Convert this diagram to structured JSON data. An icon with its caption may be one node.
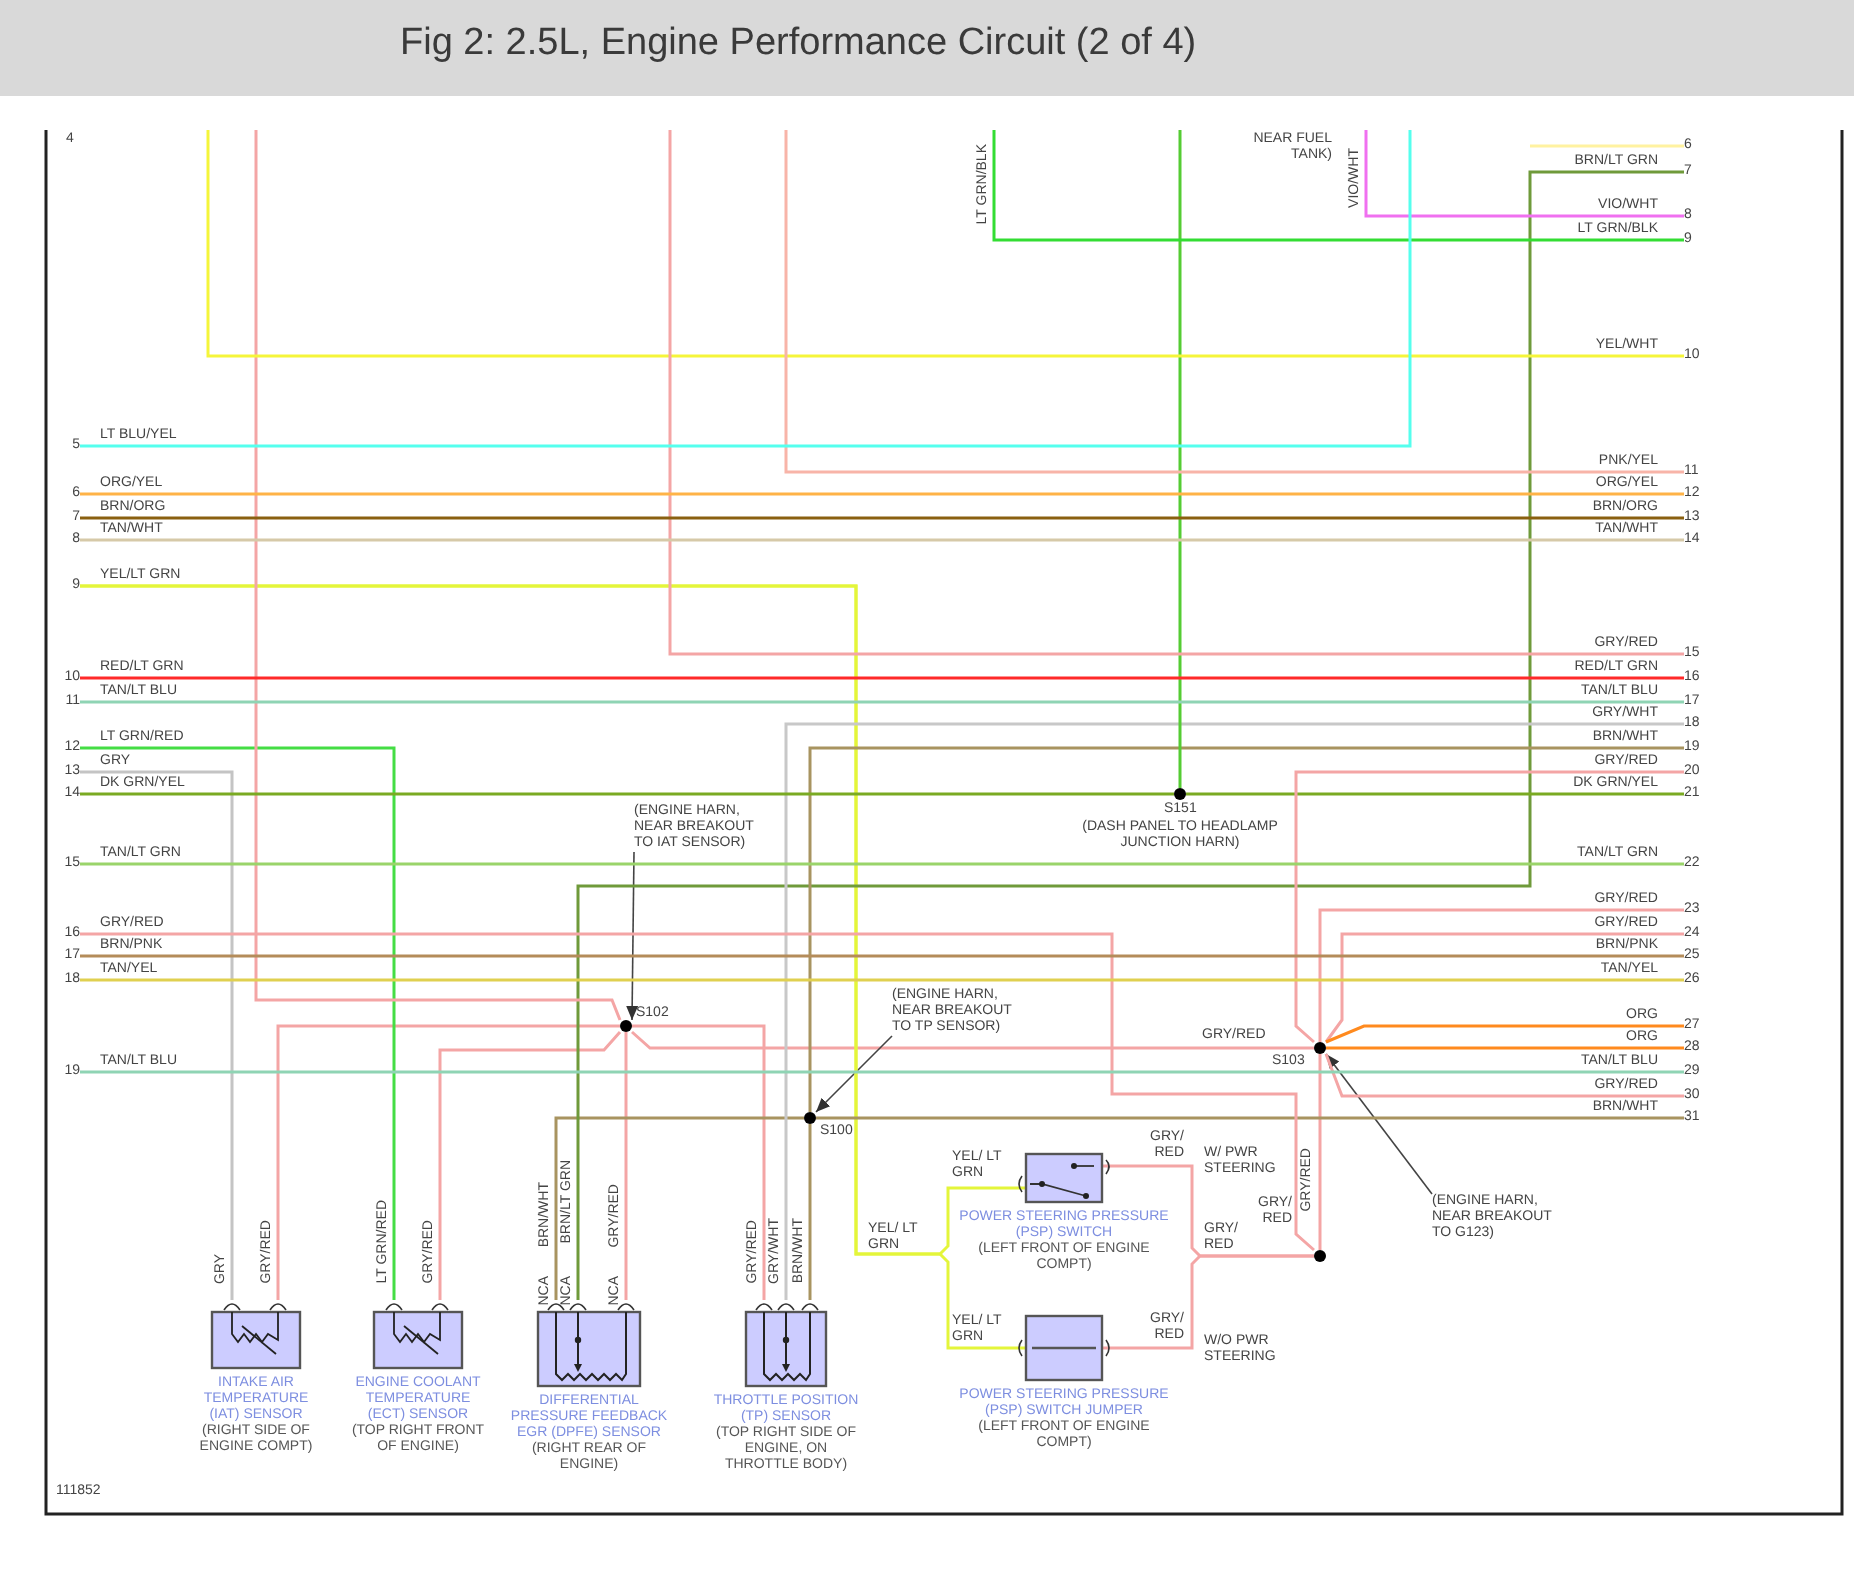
{
  "diagram": {
    "title": "Fig 2: 2.5L, Engine Performance Circuit (2 of 4)",
    "nodes": [
      {
        "text": [
          "INTAKE AIR TEMPERATURE (IAT) SENSOR",
          "(RIGHT SIDE OF ENGINE COMPT)"
        ]
      },
      {
        "text": [
          "ENGINE COOLANT TEMPERATURE (ECT) SENSOR",
          "(TOP RIGHT FRONT OF ENGINE)"
        ]
      },
      {
        "text": [
          "DIFFERENTIAL PRESSURE FEEDBACK EGR (DPFE) SENSOR",
          "(RIGHT REAR OF ENGINE)"
        ]
      },
      {
        "text": [
          "THROTTLE POSITION (TP) SENSOR",
          "(TOP RIGHT SIDE OF ENGINE, ON THROTTLE BODY)"
        ]
      },
      {
        "text": [
          "POWER STEERING PRESSURE (PSP) SWITCH",
          "(LEFT FRONT OF ENGINE COMPT)"
        ]
      },
      {
        "text": [
          "POWER STEERING PRESSURE (PSP) SWITCH JUMPER",
          "(LEFT FRONT OF ENGINE COMPT)"
        ]
      },
      {
        "text": [
          "S102"
        ]
      },
      {
        "text": [
          "S100"
        ]
      },
      {
        "text": [
          "S151"
        ],
        "beside": [
          "(DASH PANEL TO HEADLAMP JUNCTION HARN)"
        ]
      },
      {
        "text": [
          "S103"
        ]
      },
      {
        "text": [],
        "shape": "circle"
      },
      {
        "text": [
          "(ENGINE HARN, NEAR BREAKOUT TO IAT SENSOR)"
        ]
      },
      {
        "text": [
          "(ENGINE HARN, NEAR BREAKOUT TO TP SENSOR)"
        ]
      },
      {
        "text": [
          "(ENGINE HARN, NEAR BREAKOUT TO G123)"
        ]
      },
      {
        "text": [
          "5"
        ],
        "beside": [
          "LT BLU/YEL"
        ]
      },
      {
        "text": [
          "6"
        ],
        "beside": [
          "ORG/YEL"
        ]
      },
      {
        "text": [
          "7"
        ],
        "beside": [
          "BRN/ORG"
        ]
      },
      {
        "text": [
          "8"
        ],
        "beside": [
          "TAN/WHT"
        ]
      },
      {
        "text": [
          "9"
        ],
        "beside": [
          "YEL/LT GRN"
        ]
      },
      {
        "text": [
          "10"
        ],
        "beside": [
          "RED/LT GRN"
        ]
      },
      {
        "text": [
          "11"
        ],
        "beside": [
          "TAN/LT BLU"
        ]
      },
      {
        "text": [
          "12"
        ],
        "beside": [
          "LT GRN/RED"
        ]
      },
      {
        "text": [
          "13"
        ],
        "beside": [
          "GRY"
        ]
      },
      {
        "text": [
          "14"
        ],
        "beside": [
          "DK GRN/YEL"
        ]
      },
      {
        "text": [
          "15"
        ],
        "beside": [
          "TAN/LT GRN"
        ]
      },
      {
        "text": [
          "16"
        ],
        "beside": [
          "GRY/RED"
        ]
      },
      {
        "text": [
          "17"
        ],
        "beside": [
          "BRN/PNK"
        ]
      },
      {
        "text": [
          "18"
        ],
        "beside": [
          "TAN/YEL"
        ]
      },
      {
        "text": [
          "19"
        ],
        "beside": [
          "TAN/LT BLU"
        ]
      },
      {
        "text": [
          "6"
        ]
      },
      {
        "text": [
          "7"
        ],
        "beside": [
          "BRN/LT GRN"
        ]
      },
      {
        "text": [
          "8"
        ],
        "beside": [
          "VIO/WHT"
        ]
      },
      {
        "text": [
          "9"
        ],
        "beside": [
          "LT GRN/BLK"
        ]
      },
      {
        "text": [
          "10"
        ],
        "beside": [
          "YEL/WHT"
        ]
      },
      {
        "text": [
          "11"
        ],
        "beside": [
          "PNK/YEL"
        ]
      },
      {
        "text": [
          "12"
        ],
        "beside": [
          "ORG/YEL"
        ]
      },
      {
        "text": [
          "13"
        ],
        "beside": [
          "BRN/ORG"
        ]
      },
      {
        "text": [
          "14"
        ],
        "beside": [
          "TAN/WHT"
        ]
      },
      {
        "text": [
          "15"
        ],
        "beside": [
          "GRY/RED"
        ]
      },
      {
        "text": [
          "16"
        ],
        "beside": [
          "RED/LT GRN"
        ]
      },
      {
        "text": [
          "17"
        ],
        "beside": [
          "TAN/LT BLU"
        ]
      },
      {
        "text": [
          "18"
        ],
        "beside": [
          "GRY/WHT"
        ]
      },
      {
        "text": [
          "19"
        ],
        "beside": [
          "BRN/WHT"
        ]
      },
      {
        "text": [
          "20"
        ],
        "beside": [
          "GRY/RED"
        ]
      },
      {
        "text": [
          "21"
        ],
        "beside": [
          "DK GRN/YEL"
        ]
      },
      {
        "text": [
          "22"
        ],
        "beside": [
          "TAN/LT GRN"
        ]
      },
      {
        "text": [
          "23"
        ],
        "beside": [
          "GRY/RED"
        ]
      },
      {
        "text": [
          "24"
        ],
        "beside": [
          "GRY/RED"
        ]
      },
      {
        "text": [
          "25"
        ],
        "beside": [
          "BRN/PNK"
        ]
      },
      {
        "text": [
          "26"
        ],
        "beside": [
          "TAN/YEL"
        ]
      },
      {
        "text": [
          "27"
        ],
        "beside": [
          "ORG"
        ]
      },
      {
        "text": [
          "28"
        ],
        "beside": [
          "ORG"
        ]
      },
      {
        "text": [
          "29"
        ],
        "beside": [
          "TAN/LT BLU"
        ]
      },
      {
        "text": [
          "30"
        ],
        "beside": [
          "GRY/RED"
        ]
      },
      {
        "text": [
          "31"
        ],
        "beside": [
          "BRN/WHT"
        ]
      }
    ],
    "edges": [
      {
        "from": 6,
        "to": 0,
        "arrow": "none",
        "label": "GRY/RED"
      },
      {
        "from": 6,
        "to": 1,
        "arrow": "none",
        "label": "GRY/RED"
      },
      {
        "from": 6,
        "to": 2,
        "arrow": "none",
        "label": "GRY/RED"
      },
      {
        "from": 6,
        "to": 3,
        "arrow": "none",
        "label": "GRY/RED"
      },
      {
        "from": 6,
        "to": 9,
        "arrow": "none",
        "label": "GRY/RED"
      },
      {
        "from": 7,
        "to": 3,
        "arrow": "none",
        "label": "BRN/WHT",
        "color": "#a89460"
      },
      {
        "from": 7,
        "to": 2,
        "arrow": "none",
        "label": "BRN/WHT",
        "color": "#a89460"
      },
      {
        "from": 9,
        "to": 10,
        "arrow": "none",
        "label": "GRY/RED"
      },
      {
        "from": 10,
        "to": 4,
        "arrow": "none",
        "label": "GRY/ RED"
      },
      {
        "from": 10,
        "to": 5,
        "arrow": "none"
      },
      {
        "from": 11,
        "to": 6,
        "arrow": "to",
        "color": "#444444"
      },
      {
        "from": 12,
        "to": 7,
        "arrow": "to",
        "color": "#444444"
      },
      {
        "from": 13,
        "to": 9,
        "arrow": "to",
        "color": "#444444"
      },
      {
        "from": 18,
        "to": 4,
        "arrow": "none",
        "label": "YEL/ LT GRN",
        "color": "#e4f53a"
      },
      {
        "from": 18,
        "to": 5,
        "arrow": "none",
        "color": "#e4f53a"
      },
      {
        "from": 22,
        "to": 0,
        "arrow": "none",
        "label": "GRY",
        "color": "#c4c4c4"
      },
      {
        "from": 21,
        "to": 1,
        "arrow": "none",
        "label": "LT GRN/RED",
        "color": "#44dd44"
      },
      {
        "from": 30,
        "to": 2,
        "arrow": "none",
        "label": "BRN/LT GRN",
        "color": "#6f9a3a"
      },
      {
        "from": 41,
        "to": 3,
        "arrow": "none",
        "label": "GRY/WHT",
        "color": "#c8c8c8"
      },
      {
        "from": 42,
        "to": 7,
        "arrow": "none",
        "color": "#a89460"
      },
      {
        "from": 54,
        "to": 7,
        "arrow": "none",
        "color": "#a89460"
      },
      {
        "from": null,
        "to": 6,
        "arrow": "none"
      },
      {
        "from": null,
        "to": 8,
        "arrow": "none",
        "color": "#55cc33"
      },
      {
        "from": 23,
        "to": 8,
        "arrow": "none",
        "color": "#7aaa22"
      },
      {
        "from": 8,
        "to": 44,
        "arrow": "none",
        "color": "#7aaa22"
      },
      {
        "from": 43,
        "to": 9,
        "arrow": "none"
      },
      {
        "from": 46,
        "to": 9,
        "arrow": "none"
      },
      {
        "from": 47,
        "to": 9,
        "arrow": "none"
      },
      {
        "from": 50,
        "to": 9,
        "arrow": "none",
        "color": "#ff8a1e"
      },
      {
        "from": 51,
        "to": 9,
        "arrow": "none",
        "color": "#ff8a1e"
      },
      {
        "from": 53,
        "to": 9,
        "arrow": "none"
      },
      {
        "from": 25,
        "to": 10,
        "arrow": "none"
      },
      {
        "from": null,
        "to": 33,
        "arrow": "none",
        "color": "#f5f53a"
      },
      {
        "from": null,
        "to": 38,
        "arrow": "none"
      },
      {
        "from": null,
        "to": 34,
        "arrow": "none",
        "color": "#f8b4a8"
      },
      {
        "from": null,
        "to": 32,
        "arrow": "none",
        "label": "LT GRN/BLK",
        "color": "#33dd33"
      },
      {
        "from": null,
        "to": 31,
        "arrow": "none",
        "label": "VIO/WHT",
        "color": "#f070f0"
      },
      {
        "from": 14,
        "to": null,
        "arrow": "none",
        "color": "#55ffee"
      },
      {
        "from": null,
        "to": 29,
        "arrow": "none",
        "color": "#fff2a0"
      },
      {
        "from": 15,
        "to": 35,
        "arrow": "none",
        "color": "#ffb347"
      },
      {
        "from": 16,
        "to": 36,
        "arrow": "none",
        "color": "#8a6010"
      },
      {
        "from": 17,
        "to": 37,
        "arrow": "none",
        "color": "#d6c9a8"
      },
      {
        "from": 19,
        "to": 39,
        "arrow": "none",
        "color": "#ff2a2a"
      },
      {
        "from": 20,
        "to": 40,
        "arrow": "none",
        "color": "#8fd4b4"
      },
      {
        "from": 24,
        "to": 45,
        "arrow": "none",
        "color": "#9ad46a"
      },
      {
        "from": 26,
        "to": 48,
        "arrow": "none",
        "color": "#b48c5a"
      },
      {
        "from": 27,
        "to": 49,
        "arrow": "none",
        "color": "#e0d050"
      },
      {
        "from": 28,
        "to": 52,
        "arrow": "none",
        "color": "#8fd4b4"
      }
    ],
    "labels": [
      "4",
      "NEAR FUEL TANK)",
      "NCA",
      "NCA",
      "NCA",
      "YEL/ LT GRN",
      "GRY/ RED",
      "W/ PWR STEERING",
      "GRY/ RED",
      "YEL/ LT GRN",
      "GRY/ RED",
      "W/O PWR STEERING",
      "111852"
    ]
  }
}
